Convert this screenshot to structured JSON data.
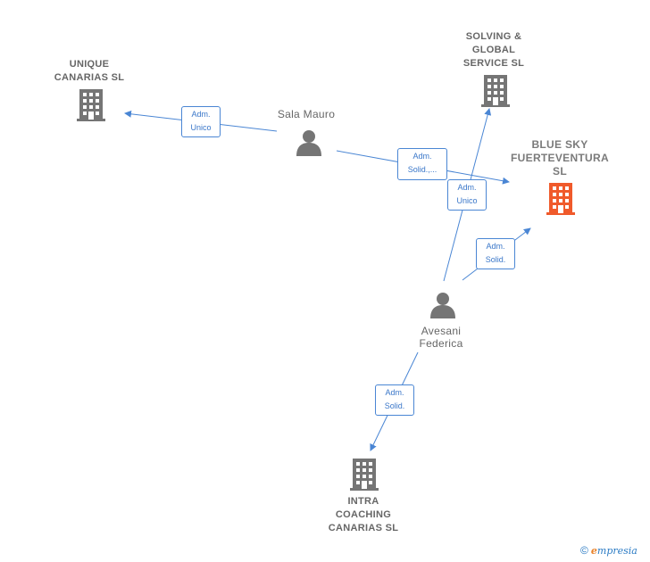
{
  "colors": {
    "edge": "#4a86d4",
    "company": "#757575",
    "focus": "#f05a2b",
    "person": "#757575"
  },
  "nodes": {
    "unique": {
      "label_lines": [
        "UNIQUE",
        "CANARIAS  SL"
      ],
      "icon": "building-icon"
    },
    "solving": {
      "label_lines": [
        "SOLVING &",
        "GLOBAL",
        "SERVICE  SL"
      ],
      "icon": "building-icon"
    },
    "bluesky": {
      "label_lines": [
        "BLUE SKY",
        "FUERTEVENTURA",
        "SL"
      ],
      "icon": "building-icon"
    },
    "intra": {
      "label_lines": [
        "INTRA",
        "COACHING",
        "CANARIAS  SL"
      ],
      "icon": "building-icon"
    },
    "sala": {
      "label_lines": [
        "Sala Mauro"
      ],
      "icon": "person-icon"
    },
    "avesani": {
      "label_lines": [
        "Avesani",
        "Federica"
      ],
      "icon": "person-icon"
    }
  },
  "edges": [
    {
      "from": "sala",
      "to": "unique",
      "label_lines": [
        "Adm.",
        "Unico"
      ]
    },
    {
      "from": "sala",
      "to": "bluesky",
      "label_lines": [
        "Adm.",
        "Solid.,..."
      ]
    },
    {
      "from": "avesani",
      "to": "solving",
      "label_lines": [
        "Adm.",
        "Unico"
      ]
    },
    {
      "from": "avesani",
      "to": "bluesky",
      "label_lines": [
        "Adm.",
        "Solid."
      ]
    },
    {
      "from": "avesani",
      "to": "intra",
      "label_lines": [
        "Adm.",
        "Solid."
      ]
    }
  ],
  "footer": {
    "copyright_symbol": "©",
    "brand_first": "e",
    "brand_rest": "mpresia"
  }
}
